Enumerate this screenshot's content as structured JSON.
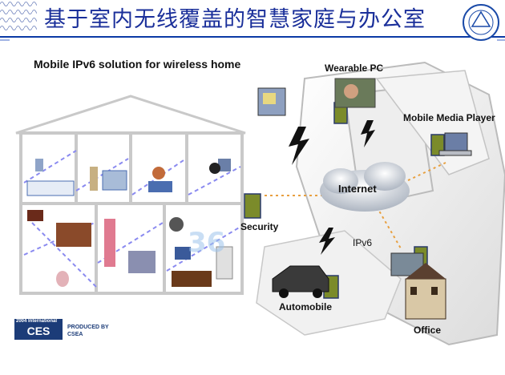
{
  "title": "基于室内无线覆盖的智慧家庭与办公室",
  "subtitle": "Mobile IPv6 solution for wireless home",
  "labels": {
    "wearable_pc": "Wearable PC",
    "mobile_media_player": "Mobile Media Player",
    "internet": "Internet",
    "security": "Security",
    "ipv6": "IPv6",
    "automobile": "Automobile",
    "office": "Office"
  },
  "logos": {
    "ces_year": "2004 International",
    "ces": "CES",
    "produced_by": "PRODUCED BY",
    "csea": "CSEA"
  },
  "colors": {
    "title": "#1a2f9a",
    "accent_blue": "#0b3aa5",
    "house": "#c9c9c9",
    "dotted_link": "#e8a040"
  },
  "icons": [
    "lightning-bolt-icon",
    "access-point-icon",
    "cloud-icon",
    "car-icon",
    "laptop-icon"
  ]
}
